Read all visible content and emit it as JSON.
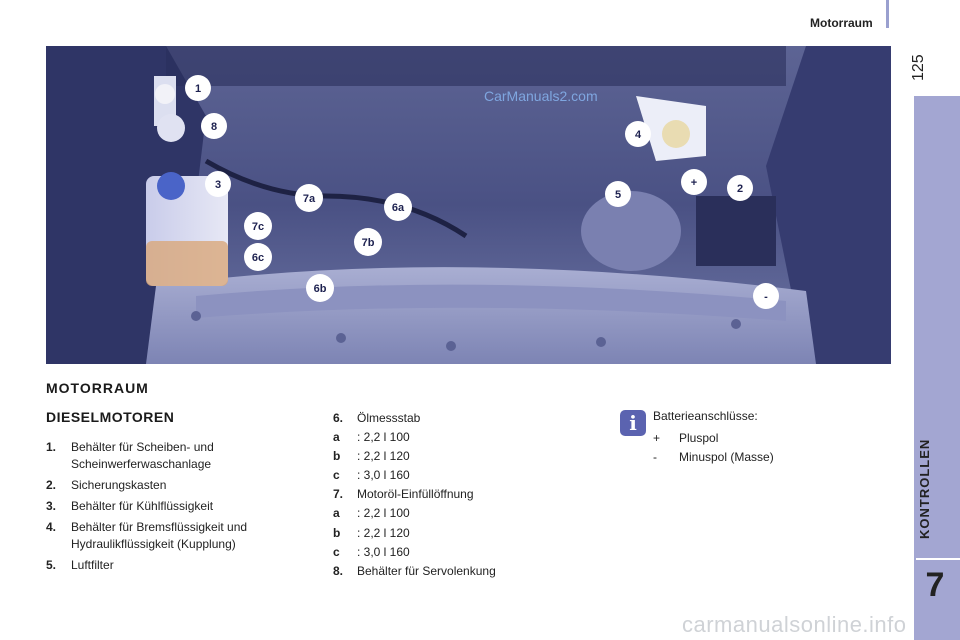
{
  "header": {
    "title": "Motorraum",
    "page_number": "125"
  },
  "side_tab": {
    "label": "KONTROLLEN",
    "chapter": "7"
  },
  "photo": {
    "watermark": "CarManuals2.com",
    "callouts": [
      "1",
      "8",
      "3",
      "7a",
      "7c",
      "6c",
      "6a",
      "7b",
      "6b",
      "4",
      "5",
      "+",
      "2",
      "-"
    ]
  },
  "section_title": "MOTORRAUM",
  "subsection_title": "DIESELMOTOREN",
  "left_list": [
    {
      "num": "1.",
      "text": "Behälter für Scheiben- und Scheinwerferwaschanlage"
    },
    {
      "num": "2.",
      "text": "Sicherungskasten"
    },
    {
      "num": "3.",
      "text": "Behälter für Kühlflüssigkeit"
    },
    {
      "num": "4.",
      "text": "Behälter für Bremsflüssigkeit und Hydraulikflüssigkeit (Kupplung)"
    },
    {
      "num": "5.",
      "text": "Luftfilter"
    }
  ],
  "mid_list": [
    {
      "num": "6.",
      "text": "Ölmessstab"
    },
    {
      "num": "a",
      "text": ":   2,2 l 100"
    },
    {
      "num": "b",
      "text": ":   2,2 l 120"
    },
    {
      "num": "c",
      "text": ":   3,0 l 160"
    },
    {
      "num": "7.",
      "text": "Motoröl-Einfüllöffnung"
    },
    {
      "num": "a",
      "text": ":   2,2 l 100"
    },
    {
      "num": "b",
      "text": ":   2,2 l 120"
    },
    {
      "num": "c",
      "text": ":   3,0 l 160"
    },
    {
      "num": "8.",
      "text": "Behälter für Servolenkung"
    }
  ],
  "info": {
    "icon": "i",
    "title": "Batterieanschlüsse:",
    "items": [
      {
        "sym": "+",
        "text": "Pluspol"
      },
      {
        "sym": "-",
        "text": "Minuspol (Masse)"
      }
    ]
  },
  "bottom_watermark": "carmanualsonline.info",
  "colors": {
    "accent": "#a3a6d2",
    "info_icon": "#5b63b0",
    "photo_bg": "#4a5080"
  }
}
